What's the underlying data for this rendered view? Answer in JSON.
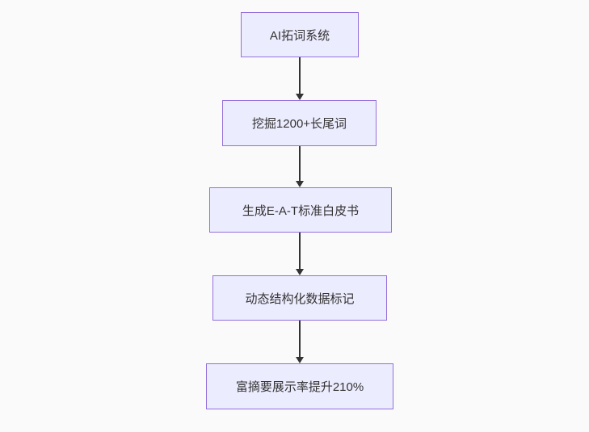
{
  "diagram": {
    "type": "flowchart",
    "direction": "top-down",
    "nodes": [
      {
        "id": "A",
        "label": "AI拓词系统"
      },
      {
        "id": "B",
        "label": "挖掘1200+长尾词"
      },
      {
        "id": "C",
        "label": "生成E-A-T标准白皮书"
      },
      {
        "id": "D",
        "label": "动态结构化数据标记"
      },
      {
        "id": "E",
        "label": "富摘要展示率提升210%"
      }
    ],
    "edges": [
      {
        "from": "A",
        "to": "B"
      },
      {
        "from": "B",
        "to": "C"
      },
      {
        "from": "C",
        "to": "D"
      },
      {
        "from": "D",
        "to": "E"
      }
    ],
    "colors": {
      "background": "#fafafa",
      "node_fill": "#ececff",
      "node_border": "#9370db",
      "arrow": "#333333",
      "text": "#333333"
    }
  }
}
